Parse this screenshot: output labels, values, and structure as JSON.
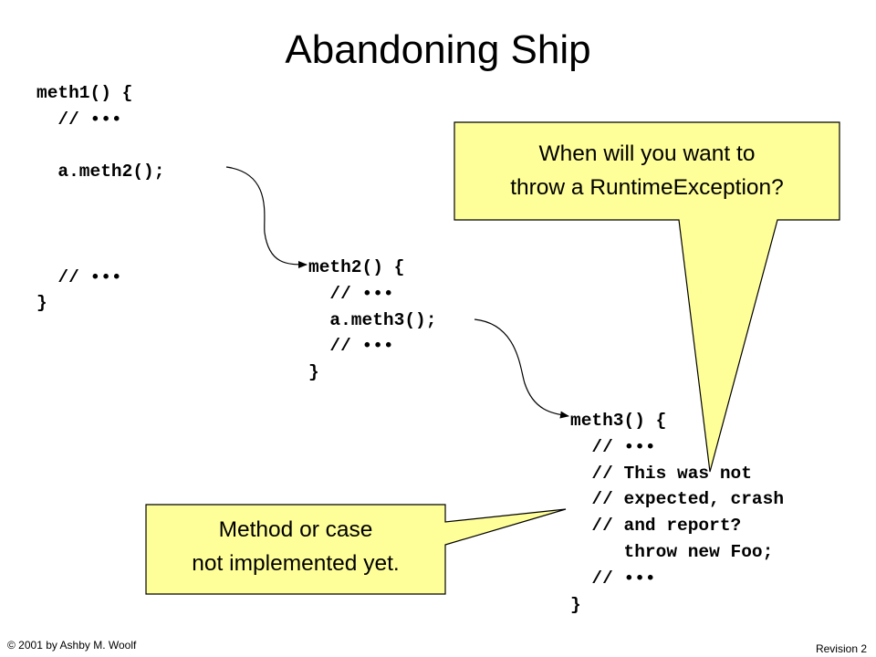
{
  "title": "Abandoning Ship",
  "meth1_lines": [
    "meth1() {",
    "  // •••",
    "",
    "  a.meth2();",
    "",
    "",
    "",
    "  // •••",
    "}"
  ],
  "meth2_lines": [
    "meth2() {",
    "  // •••",
    "  a.meth3();",
    "  // •••",
    "}"
  ],
  "meth3_lines": [
    "meth3() {",
    "  // •••",
    "  // This was not",
    "  // expected, crash",
    "  // and report?",
    "     throw new Foo;",
    "  // •••",
    "}"
  ],
  "callout_top": [
    "When will you want to",
    "throw a RuntimeException?"
  ],
  "callout_bottom": [
    "Method or case",
    "not implemented yet."
  ],
  "footer_left": "© 2001 by Ashby M. Woolf",
  "footer_right": "Revision 2",
  "colors": {
    "callout_fill": "#ffff99",
    "callout_stroke": "#000000"
  }
}
